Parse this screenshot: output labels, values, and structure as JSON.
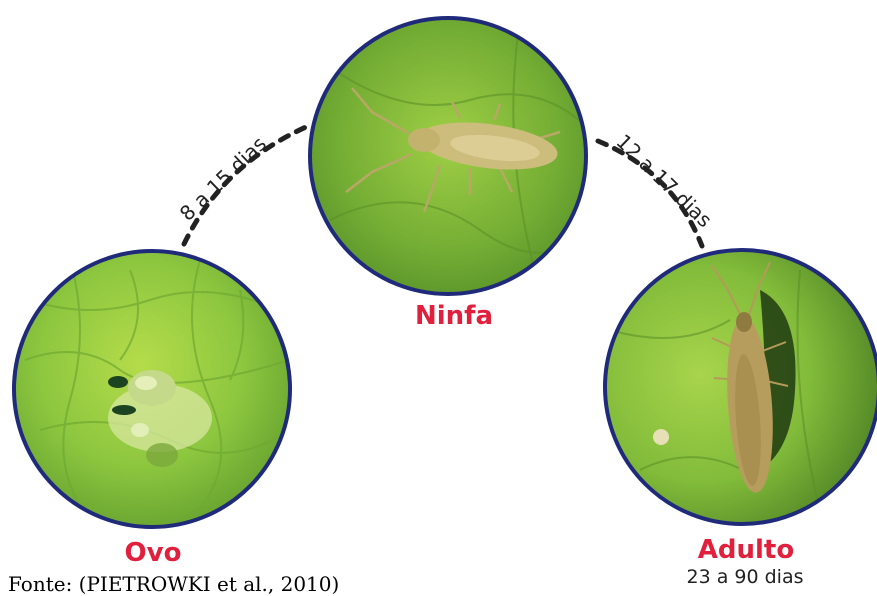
{
  "stages": {
    "egg": {
      "label": "Ovo"
    },
    "nymph": {
      "label": "Ninfa"
    },
    "adult": {
      "label": "Adulto",
      "duration": "23 a 90 dias"
    }
  },
  "transitions": {
    "egg_to_nymph": "8 a 15 dias",
    "nymph_to_adult": "12 a 17 dias"
  },
  "source": "Fonte: (PIETROWKI et al., 2010)",
  "colors": {
    "circle_border": "#1f2a7a",
    "stage_label": "#e0203c",
    "leaf_green": "#8cc63f",
    "insect": "#c9b978"
  }
}
